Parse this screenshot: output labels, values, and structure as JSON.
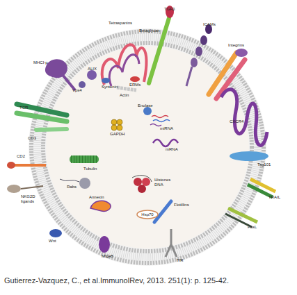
{
  "diagram": {
    "caption": "Gutierrez-Vazquez, C., et al.ImmunolRev, 2013. 251(1): p. 125-42.",
    "nodes": [
      {
        "text": [
          "Hsp70"
        ]
      }
    ],
    "labels": [
      "TGFβ",
      "Tetraspanins",
      "Betaglycan",
      "ICAMs",
      "Integrins",
      "MHCI-p",
      "ALIX",
      "Vps4",
      "Syntenin",
      "Actin",
      "ERMs",
      "CXCR4",
      "TCR",
      "Enolase",
      "GAPDH",
      "miRNA",
      "CD3",
      "mRNA",
      "CD2",
      "Tubulin",
      "Tsg101",
      "Rabs",
      "Histones DNA",
      "NKG2D ligands",
      "Annexin",
      "TRAIL",
      "Flotillins",
      "FasL",
      "Wnt",
      "TfR",
      "Mfge8"
    ]
  }
}
